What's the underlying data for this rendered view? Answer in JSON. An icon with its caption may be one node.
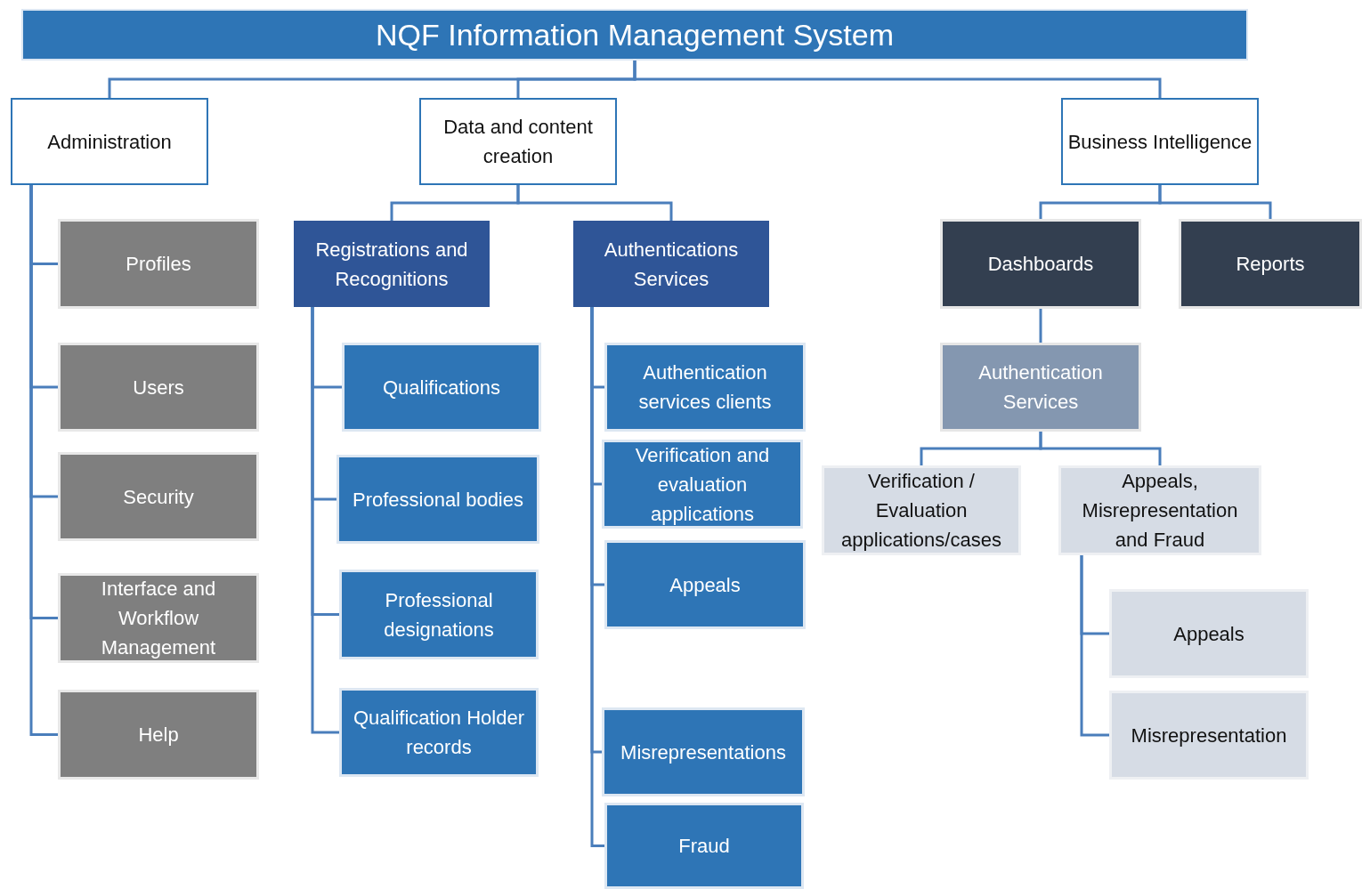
{
  "diagram": {
    "nodes": [
      {
        "text": [
          "NQF Information Management System"
        ]
      },
      {
        "text": [
          "Administration"
        ]
      },
      {
        "text": [
          "Data and content creation"
        ]
      },
      {
        "text": [
          "Business Intelligence"
        ]
      },
      {
        "text": [
          "Profiles"
        ]
      },
      {
        "text": [
          "Users"
        ]
      },
      {
        "text": [
          "Security"
        ]
      },
      {
        "text": [
          "Interface and Workflow Management"
        ]
      },
      {
        "text": [
          "Help"
        ]
      },
      {
        "text": [
          "Registrations and Recognitions"
        ]
      },
      {
        "text": [
          "Authentications Services"
        ]
      },
      {
        "text": [
          "Qualifications"
        ]
      },
      {
        "text": [
          "Professional bodies"
        ]
      },
      {
        "text": [
          "Professional designations"
        ]
      },
      {
        "text": [
          "Qualification Holder records"
        ]
      },
      {
        "text": [
          "Authentication services clients"
        ]
      },
      {
        "text": [
          "Verification and evaluation applications"
        ]
      },
      {
        "text": [
          "Appeals"
        ]
      },
      {
        "text": [
          "Misrepresentations"
        ]
      },
      {
        "text": [
          "Fraud"
        ]
      },
      {
        "text": [
          "Dashboards"
        ]
      },
      {
        "text": [
          "Reports"
        ]
      },
      {
        "text": [
          "Authentication Services"
        ]
      },
      {
        "text": [
          "Verification / Evaluation applications/cases"
        ]
      },
      {
        "text": [
          "Appeals, Misrepresentation and Fraud"
        ]
      },
      {
        "text": [
          "Appeals"
        ]
      },
      {
        "text": [
          "Misrepresentation"
        ]
      }
    ],
    "edges": [
      {
        "from": 0,
        "to": 1,
        "arrow": "none"
      },
      {
        "from": 0,
        "to": 2,
        "arrow": "none"
      },
      {
        "from": 0,
        "to": 3,
        "arrow": "none"
      },
      {
        "from": 1,
        "to": 4,
        "arrow": "none"
      },
      {
        "from": 1,
        "to": 5,
        "arrow": "none"
      },
      {
        "from": 1,
        "to": 6,
        "arrow": "none"
      },
      {
        "from": 1,
        "to": 7,
        "arrow": "none"
      },
      {
        "from": 1,
        "to": 8,
        "arrow": "none"
      },
      {
        "from": 2,
        "to": 9,
        "arrow": "none"
      },
      {
        "from": 2,
        "to": 10,
        "arrow": "none"
      },
      {
        "from": 9,
        "to": 11,
        "arrow": "none"
      },
      {
        "from": 9,
        "to": 12,
        "arrow": "none"
      },
      {
        "from": 9,
        "to": 13,
        "arrow": "none"
      },
      {
        "from": 9,
        "to": 14,
        "arrow": "none"
      },
      {
        "from": 10,
        "to": 15,
        "arrow": "none"
      },
      {
        "from": 10,
        "to": 16,
        "arrow": "none"
      },
      {
        "from": 10,
        "to": 17,
        "arrow": "none"
      },
      {
        "from": 10,
        "to": 18,
        "arrow": "none"
      },
      {
        "from": 10,
        "to": 19,
        "arrow": "none"
      },
      {
        "from": 3,
        "to": 20,
        "arrow": "none"
      },
      {
        "from": 3,
        "to": 21,
        "arrow": "none"
      },
      {
        "from": 20,
        "to": 22,
        "arrow": "none"
      },
      {
        "from": 22,
        "to": 23,
        "arrow": "none"
      },
      {
        "from": 22,
        "to": 24,
        "arrow": "none"
      },
      {
        "from": 24,
        "to": 25,
        "arrow": "none"
      },
      {
        "from": 24,
        "to": 26,
        "arrow": "none"
      }
    ]
  }
}
